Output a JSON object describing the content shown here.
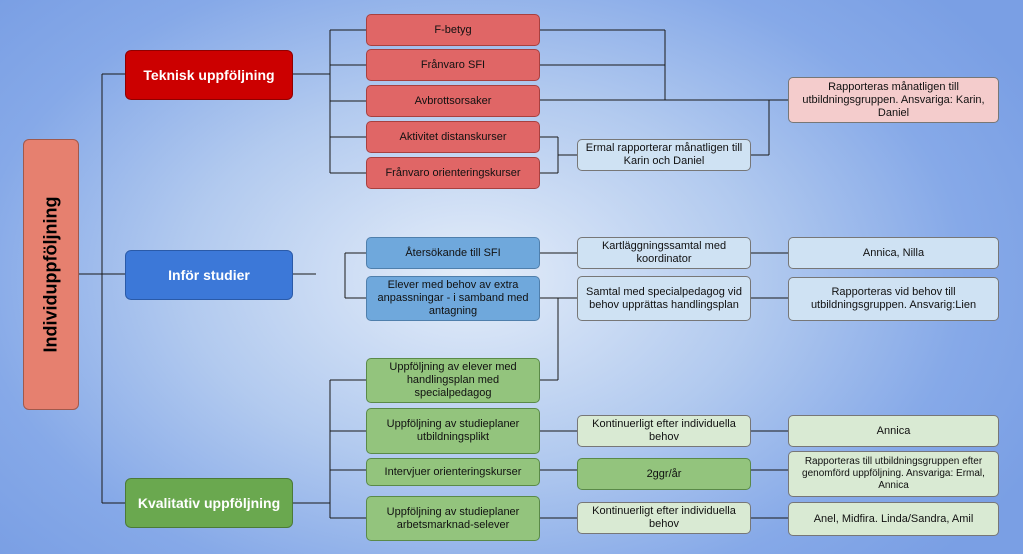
{
  "root": {
    "label": "Individuppföljning"
  },
  "categories": {
    "teknisk": "Teknisk uppföljning",
    "infor": "Inför studier",
    "kvalitativ": "Kvalitativ uppföljning"
  },
  "teknisk_items": {
    "f_betyg": "F-betyg",
    "franvaro_sfi": "Frånvaro SFI",
    "avbrottsorsaker": "Avbrottsorsaker",
    "aktivitet_distans": "Aktivitet distanskurser",
    "franvaro_orientering": "Frånvaro orienteringskurser",
    "ermal_rapporterar": "Ermal rapporterar månatligen till Karin och Daniel",
    "rapporteras_manatligen": "Rapporteras månatligen till utbildningsgruppen. Ansvariga: Karin, Daniel"
  },
  "infor_items": {
    "atersokande": "Återsökande till SFI",
    "elever_behov": "Elever med behov av extra anpassningar - i samband med antagning",
    "kartlaggning": "Kartläggningssamtal med koordinator",
    "samtal_special": "Samtal med specialpedagog vid behov upprättas handlingsplan",
    "annica_nilla": "Annica, Nilla",
    "rapporteras_vid_behov": "Rapporteras vid behov  till utbildningsgruppen. Ansvarig:Lien"
  },
  "kvalitativ_items": {
    "uppfoljning_handlingsplan": "Uppföljning av elever med handlingsplan med specialpedagog",
    "studieplaner_plikt": "Uppföljning av studieplaner utbildningsplikt",
    "kontinuerligt_1": "Kontinuerligt efter individuella behov",
    "annica": "Annica",
    "intervjuer": "Intervjuer orienteringskurser",
    "tva_ggr": "2ggr/år",
    "rapporteras_efter": "Rapporteras till utbildningsgruppen efter genomförd uppföljning. Ansvariga: Ermal, Annica",
    "studieplaner_arbetsmarknad": "Uppföljning av studieplaner arbetsmarknad-selever",
    "kontinuerligt_2": "Kontinuerligt efter individuella behov",
    "anel_midfira": "Anel, Midfira. Linda/Sandra, Amil"
  },
  "colors": {
    "root": "#e6806f",
    "teknisk": "#cc0000",
    "teknisk_item": "#e06666",
    "teknisk_result": "#f4cccc",
    "infor": "#3c78d8",
    "infor_item": "#6fa8dc",
    "infor_result": "#cfe2f3",
    "kvalitativ": "#6aa84f",
    "kvalitativ_item": "#93c47d",
    "kvalitativ_result": "#d9ead3"
  }
}
